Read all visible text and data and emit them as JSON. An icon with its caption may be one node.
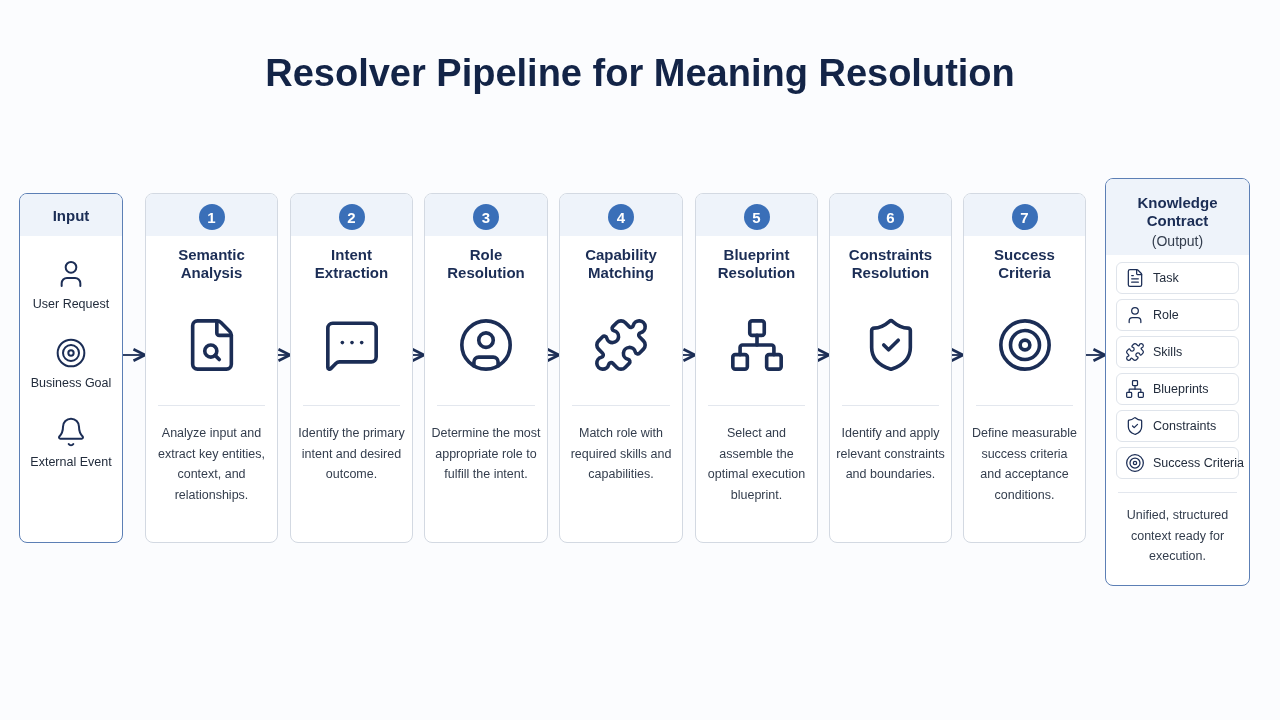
{
  "diagram": {
    "title": "Resolver Pipeline for Meaning Resolution",
    "nodes": [
      {
        "text": [
          "Input",
          "User Request",
          "Business Goal",
          "External Event"
        ]
      },
      {
        "text": [
          "1",
          "Semantic Analysis",
          "Analyze input and extract key entities, context, and relationships."
        ]
      },
      {
        "text": [
          "2",
          "Intent Extraction",
          "Identify the primary intent and desired outcome."
        ]
      },
      {
        "text": [
          "3",
          "Role Resolution",
          "Determine the most appropriate role to fulfill the intent."
        ]
      },
      {
        "text": [
          "4",
          "Capability Matching",
          "Match role with required skills and capabilities."
        ]
      },
      {
        "text": [
          "5",
          "Blueprint Resolution",
          "Select and assemble the optimal execution blueprint."
        ]
      },
      {
        "text": [
          "6",
          "Constraints Resolution",
          "Identify and apply relevant constraints and boundaries."
        ]
      },
      {
        "text": [
          "7",
          "Success Criteria",
          "Define measurable success criteria and acceptance conditions."
        ]
      },
      {
        "text": [
          "Knowledge Contract",
          "(Output)",
          "Unified, structured context ready for execution."
        ]
      },
      {
        "text": [
          "Task"
        ],
        "in": 8
      },
      {
        "text": [
          "Role"
        ],
        "in": 8
      },
      {
        "text": [
          "Skills"
        ],
        "in": 8
      },
      {
        "text": [
          "Blueprints"
        ],
        "in": 8
      },
      {
        "text": [
          "Constraints"
        ],
        "in": 8
      },
      {
        "text": [
          "Success Criteria"
        ],
        "in": 8
      }
    ],
    "edges": [
      {
        "from": 0,
        "to": 1,
        "arrow": "to"
      },
      {
        "from": 1,
        "to": 2,
        "arrow": "to"
      },
      {
        "from": 2,
        "to": 3,
        "arrow": "to"
      },
      {
        "from": 3,
        "to": 4,
        "arrow": "to"
      },
      {
        "from": 4,
        "to": 5,
        "arrow": "to"
      },
      {
        "from": 5,
        "to": 6,
        "arrow": "to"
      },
      {
        "from": 6,
        "to": 7,
        "arrow": "to"
      },
      {
        "from": 7,
        "to": 8,
        "arrow": "to"
      }
    ]
  }
}
